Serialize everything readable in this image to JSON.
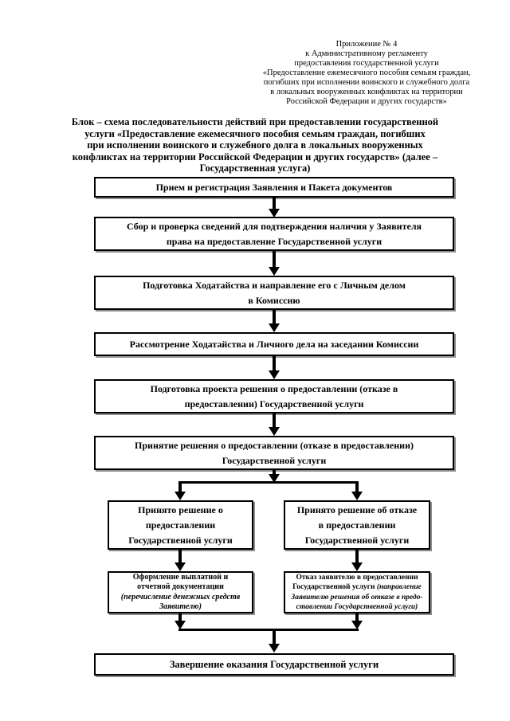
{
  "page": {
    "appendix": "Приложение № 4\nк Административному регламенту\nпредоставления государственной услуги\n«Предоставление ежемесячного пособия семьям граждан,\nпогибших при исполнении воинского и служебного долга\nв локальных вооруженных конфликтах на территории\nРоссийской Федерации и других государств»",
    "title": "Блок – схема последовательности действий при предоставлении государственной\nуслуги «Предоставление ежемесячного пособия семьям граждан, погибших\nпри исполнении воинского и служебного долга в локальных вооруженных\nконфликтах на территории Российской Федерации и других государств» (далее –\nГосударственная услуга)"
  },
  "flowchart": {
    "steps": {
      "reception": "Прием и регистрация Заявления и Пакета документов",
      "verification": "Сбор и проверка сведений для подтверждения наличия у Заявителя\nправа на предоставление Государственной услуги",
      "petition": "Подготовка Ходатайства и направление его с Личным делом\nв Комиссию",
      "review": "Рассмотрение Ходатайства и Личного дела на заседании Комиссии",
      "draft_decision": "Подготовка проекта решения о предоставлении (отказе в\nпредоставлении) Государственной услуги",
      "decision": "Принятие решения о предоставлении (отказе в предоставлении)\nГосударственной услуги",
      "approved": "Принято решение о\nпредоставлении\nГосударственной услуги",
      "refused": "Принято решение об отказе\nв предоставлении\nГосударственной услуги",
      "payment": "Оформление выплатной и\nотчетной документации\n",
      "payment_note": "(перечисление денежных средств\nЗаявителю)",
      "refusal": "Отказ заявителю в предоставлении\nГосударственной услуги ",
      "refusal_note": "(направление\nЗаявителю решения об отказе в предо-\nставлении Государственной услуги)",
      "completion": "Завершение оказания Государственной услуги"
    }
  },
  "colors": {
    "background": "#ffffff",
    "text": "#000000",
    "line": "#000000",
    "box_shadow": "#8f8f8f"
  }
}
